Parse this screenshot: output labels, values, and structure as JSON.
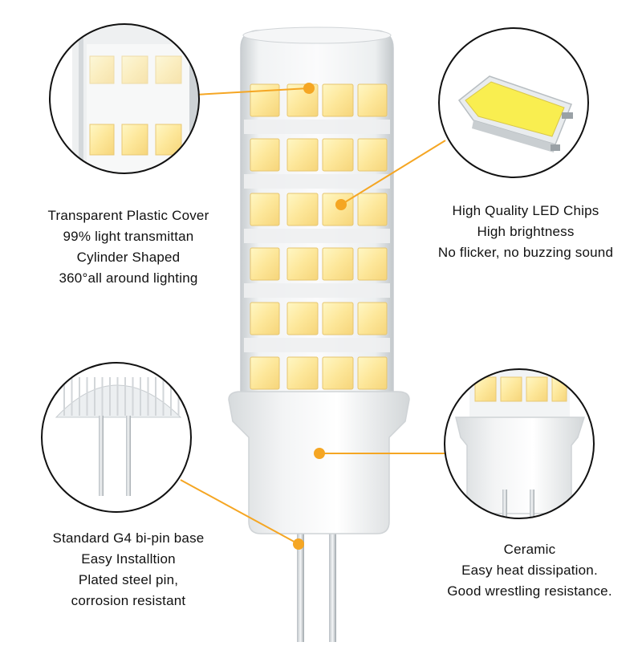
{
  "accent_color": "#F5A623",
  "captions": {
    "cover": [
      "Transparent Plastic Cover",
      "99% light transmittan",
      "Cylinder Shaped",
      "360°all around lighting"
    ],
    "chips": [
      "High Quality LED Chips",
      "High brightness",
      "No flicker, no buzzing sound"
    ],
    "pins": [
      "Standard G4 bi-pin base",
      "Easy Installtion",
      "Plated steel pin,",
      "corrosion resistant"
    ],
    "ceramic": [
      "Ceramic",
      "Easy heat dissipation.",
      "Good wrestling resistance."
    ]
  },
  "icons": {
    "bulb": "g4-led-bulb-illustration",
    "cover_detail": "plastic-cover-closeup-icon",
    "chip_detail": "led-chip-closeup-icon",
    "pin_detail": "bi-pin-base-closeup-icon",
    "ceramic_detail": "ceramic-base-closeup-icon"
  }
}
